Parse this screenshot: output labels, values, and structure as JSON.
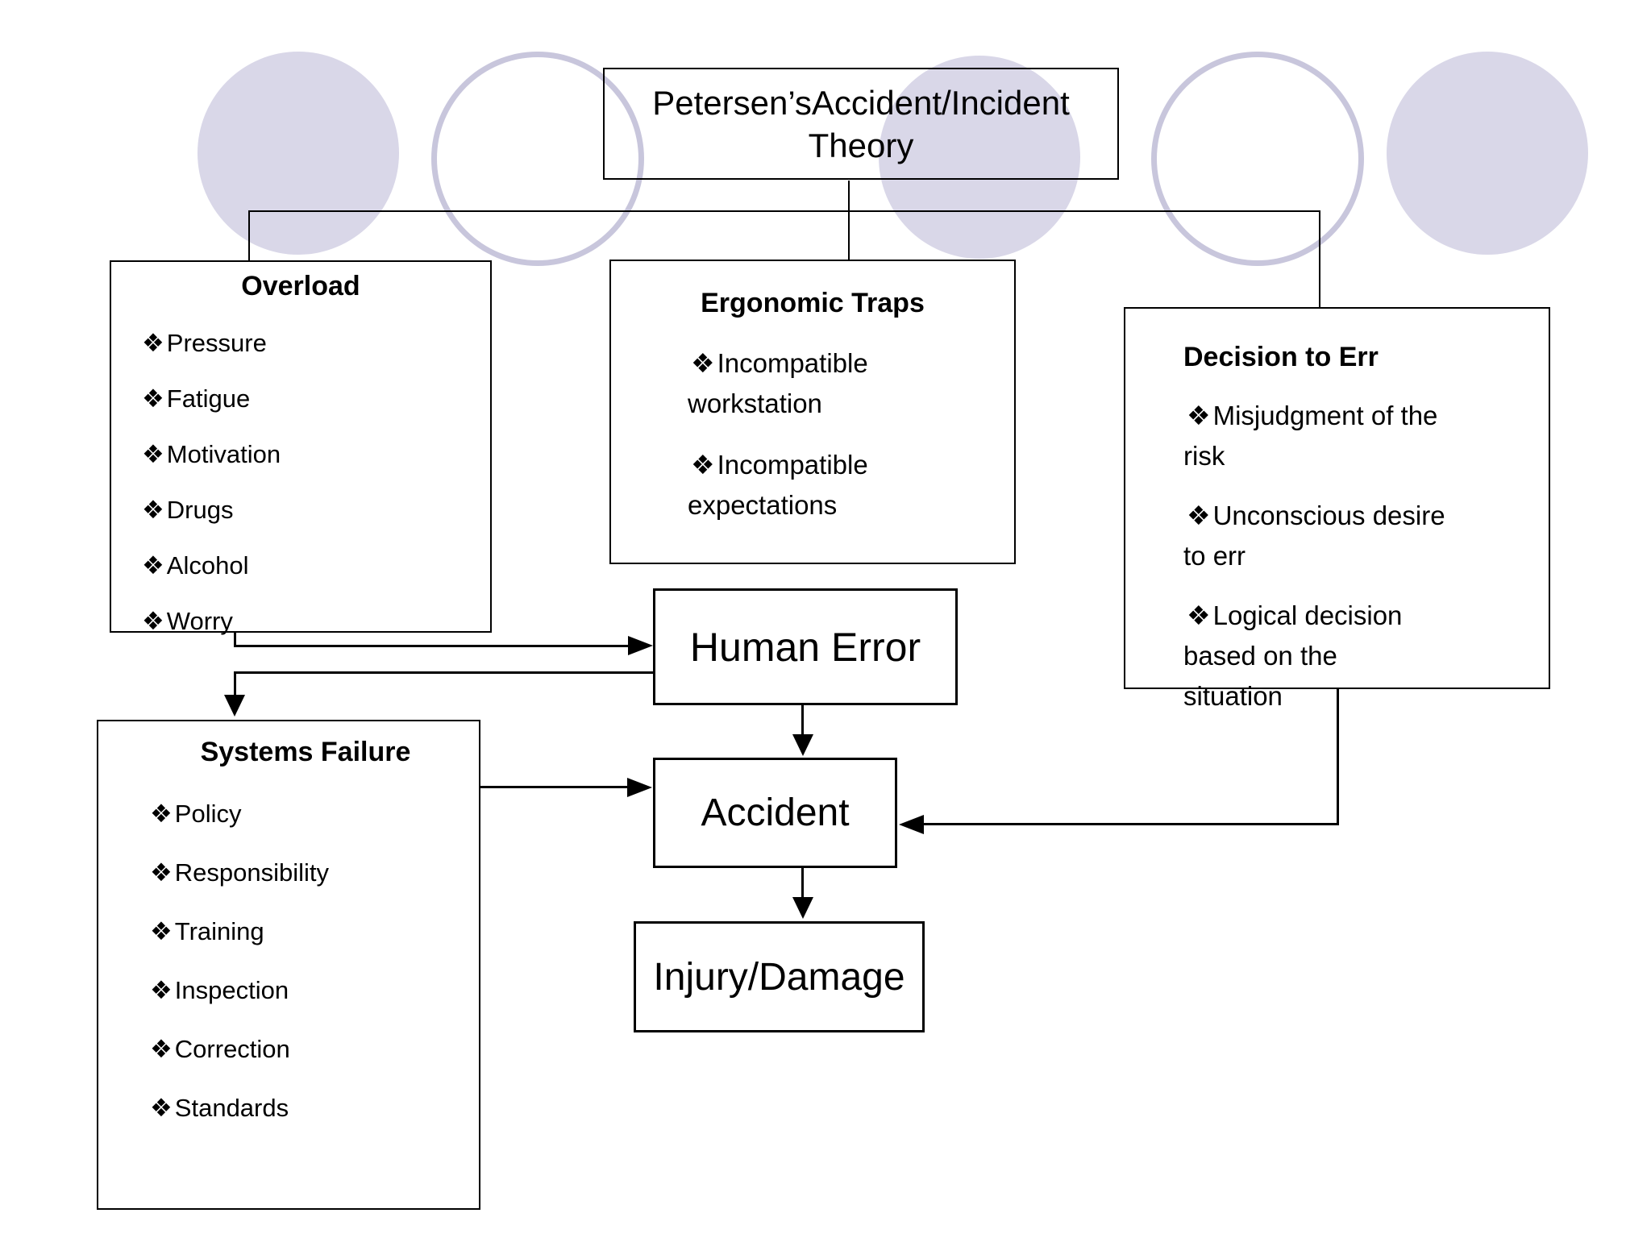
{
  "slide_title": "Petersen’sAccident/Incident\nTheory",
  "bullets": {
    "glyph": "❖"
  },
  "theme": {
    "background": "#ffffff",
    "text": "#000000",
    "line_color": "#000000",
    "box_border": "#000000",
    "ellipse_fill": "#d9d7e8",
    "ellipse_outline": "#c8c6dc"
  },
  "decor": {
    "ellipse_styles": [
      "filled",
      "outlined",
      "filled",
      "outlined",
      "filled"
    ]
  },
  "boxes": {
    "overload": {
      "title": "Overload",
      "items": [
        "Pressure",
        "Fatigue",
        "Motivation",
        "Drugs",
        "Alcohol",
        "Worry"
      ]
    },
    "ergonomic_traps": {
      "title": "Ergonomic Traps",
      "items": [
        "Incompatible\nworkstation",
        "Incompatible\nexpectations"
      ]
    },
    "decision_to_err": {
      "title": "Decision to Err",
      "items": [
        "Misjudgment of the\nrisk",
        "Unconscious desire\nto err",
        "Logical decision\nbased on the\nsituation"
      ]
    },
    "systems_failure": {
      "title": "Systems Failure",
      "items": [
        "Policy",
        "Responsibility",
        "Training",
        "Inspection",
        "Correction",
        "Standards"
      ]
    },
    "human_error": {
      "label": "Human Error"
    },
    "accident": {
      "label": "Accident"
    },
    "injury_damage": {
      "label": "Injury/Damage"
    }
  }
}
